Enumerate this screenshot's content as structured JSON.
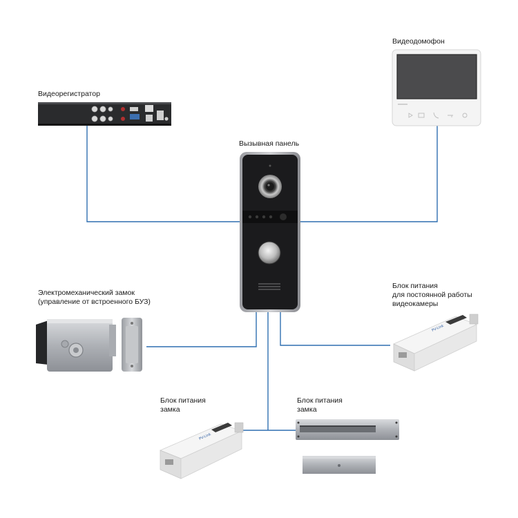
{
  "labels": {
    "dvr": "Видеорегистратор",
    "monitor": "Видеодомофон",
    "panel": "Вызывная панель",
    "lock_line1": "Электромеханический замок",
    "lock_line2": "(управление от встроенного БУЗ)",
    "psu_camera_line1": "Блок питания",
    "psu_camera_line2": "для постоянной работы",
    "psu_camera_line3": "видеокамеры",
    "psu_lock_left_line1": "Блок питания",
    "psu_lock_left_line2": "замка",
    "psu_lock_right_line1": "Блок питания",
    "psu_lock_right_line2": "замка"
  },
  "product_marks": {
    "psu_brand": "PV-Link"
  },
  "colors": {
    "wire": "#2f6fb0",
    "panel_body": "#1b1b1d",
    "panel_frame": "#8c8c90",
    "monitor_body": "#f2f2f2",
    "monitor_screen": "#4a4a4a",
    "psu_body": "#ececec",
    "lock_metal": "#b9bcc0",
    "text": "#1a1a1a"
  }
}
